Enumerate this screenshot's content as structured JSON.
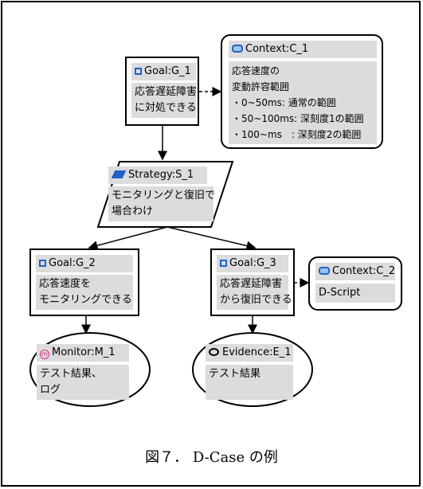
{
  "nodes": {
    "goal_g1": {
      "label": "Goal:G_1",
      "text": "応答遅延障害\nに対処できる"
    },
    "context_c1": {
      "label": "Context:C_1",
      "text": "応答速度の\n変動許容範囲\n・0~50ms: 通常の範囲\n・50~100ms: 深刻度1の範囲\n・100~ms　: 深刻度2の範囲"
    },
    "strategy_s1": {
      "label": "Strategy:S_1",
      "text": "モニタリングと復旧で\n場合わけ"
    },
    "goal_g2": {
      "label": "Goal:G_2",
      "text": "応答速度を\nモニタリングできる"
    },
    "goal_g3": {
      "label": "Goal:G_3",
      "text": "応答遅延障害\nから復旧できる"
    },
    "context_c2": {
      "label": "Context:C_2",
      "text": "D-Script"
    },
    "monitor_m1": {
      "label": "Monitor:M_1",
      "icon_text": "m",
      "text": "テスト結果、\nログ"
    },
    "evidence_e1": {
      "label": "Evidence:E_1",
      "text": "テスト結果"
    }
  },
  "caption": "図７．  D-Case の例",
  "colors": {
    "icon_blue": "#1e62c8",
    "monitor_pink": "#d3308a",
    "field_gray": "#dcdcdc"
  }
}
